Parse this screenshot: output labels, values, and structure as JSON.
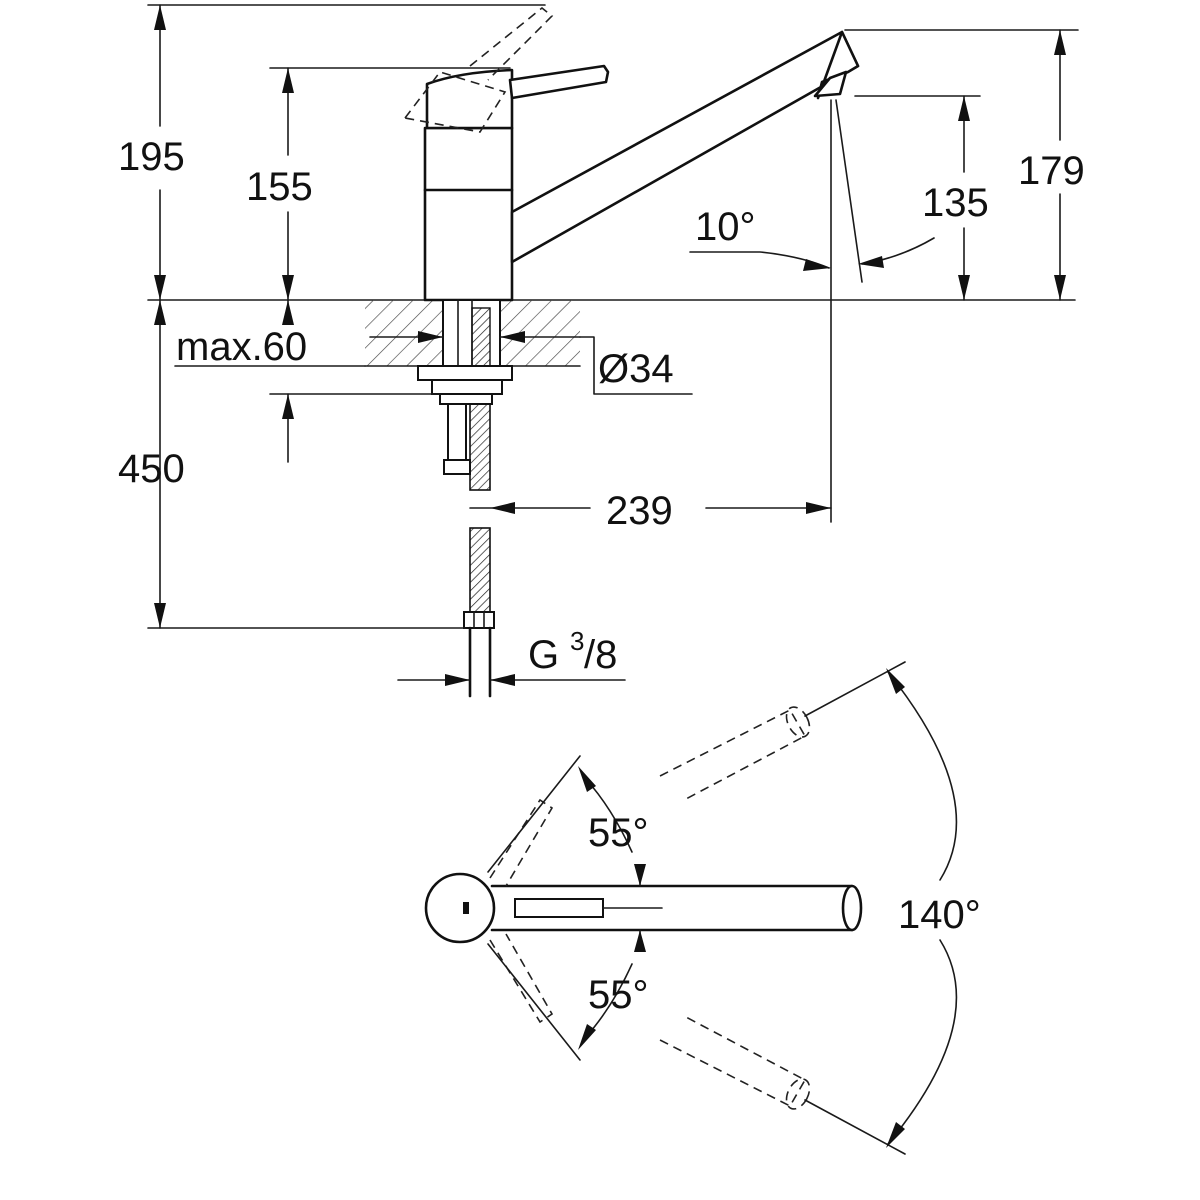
{
  "dimensions": {
    "total_height": "195",
    "lever_height": "155",
    "spout_height": "179",
    "outlet_height": "135",
    "spout_angle": "10°",
    "max_thickness": "max.60",
    "hole_diameter": "Ø34",
    "hose_length": "450",
    "reach": "239",
    "connection_thread": "G",
    "thread_numerator": "3",
    "thread_denominator": "/8"
  },
  "plan_view": {
    "swivel_left": "55°",
    "swivel_right": "55°",
    "swivel_total": "140°"
  }
}
